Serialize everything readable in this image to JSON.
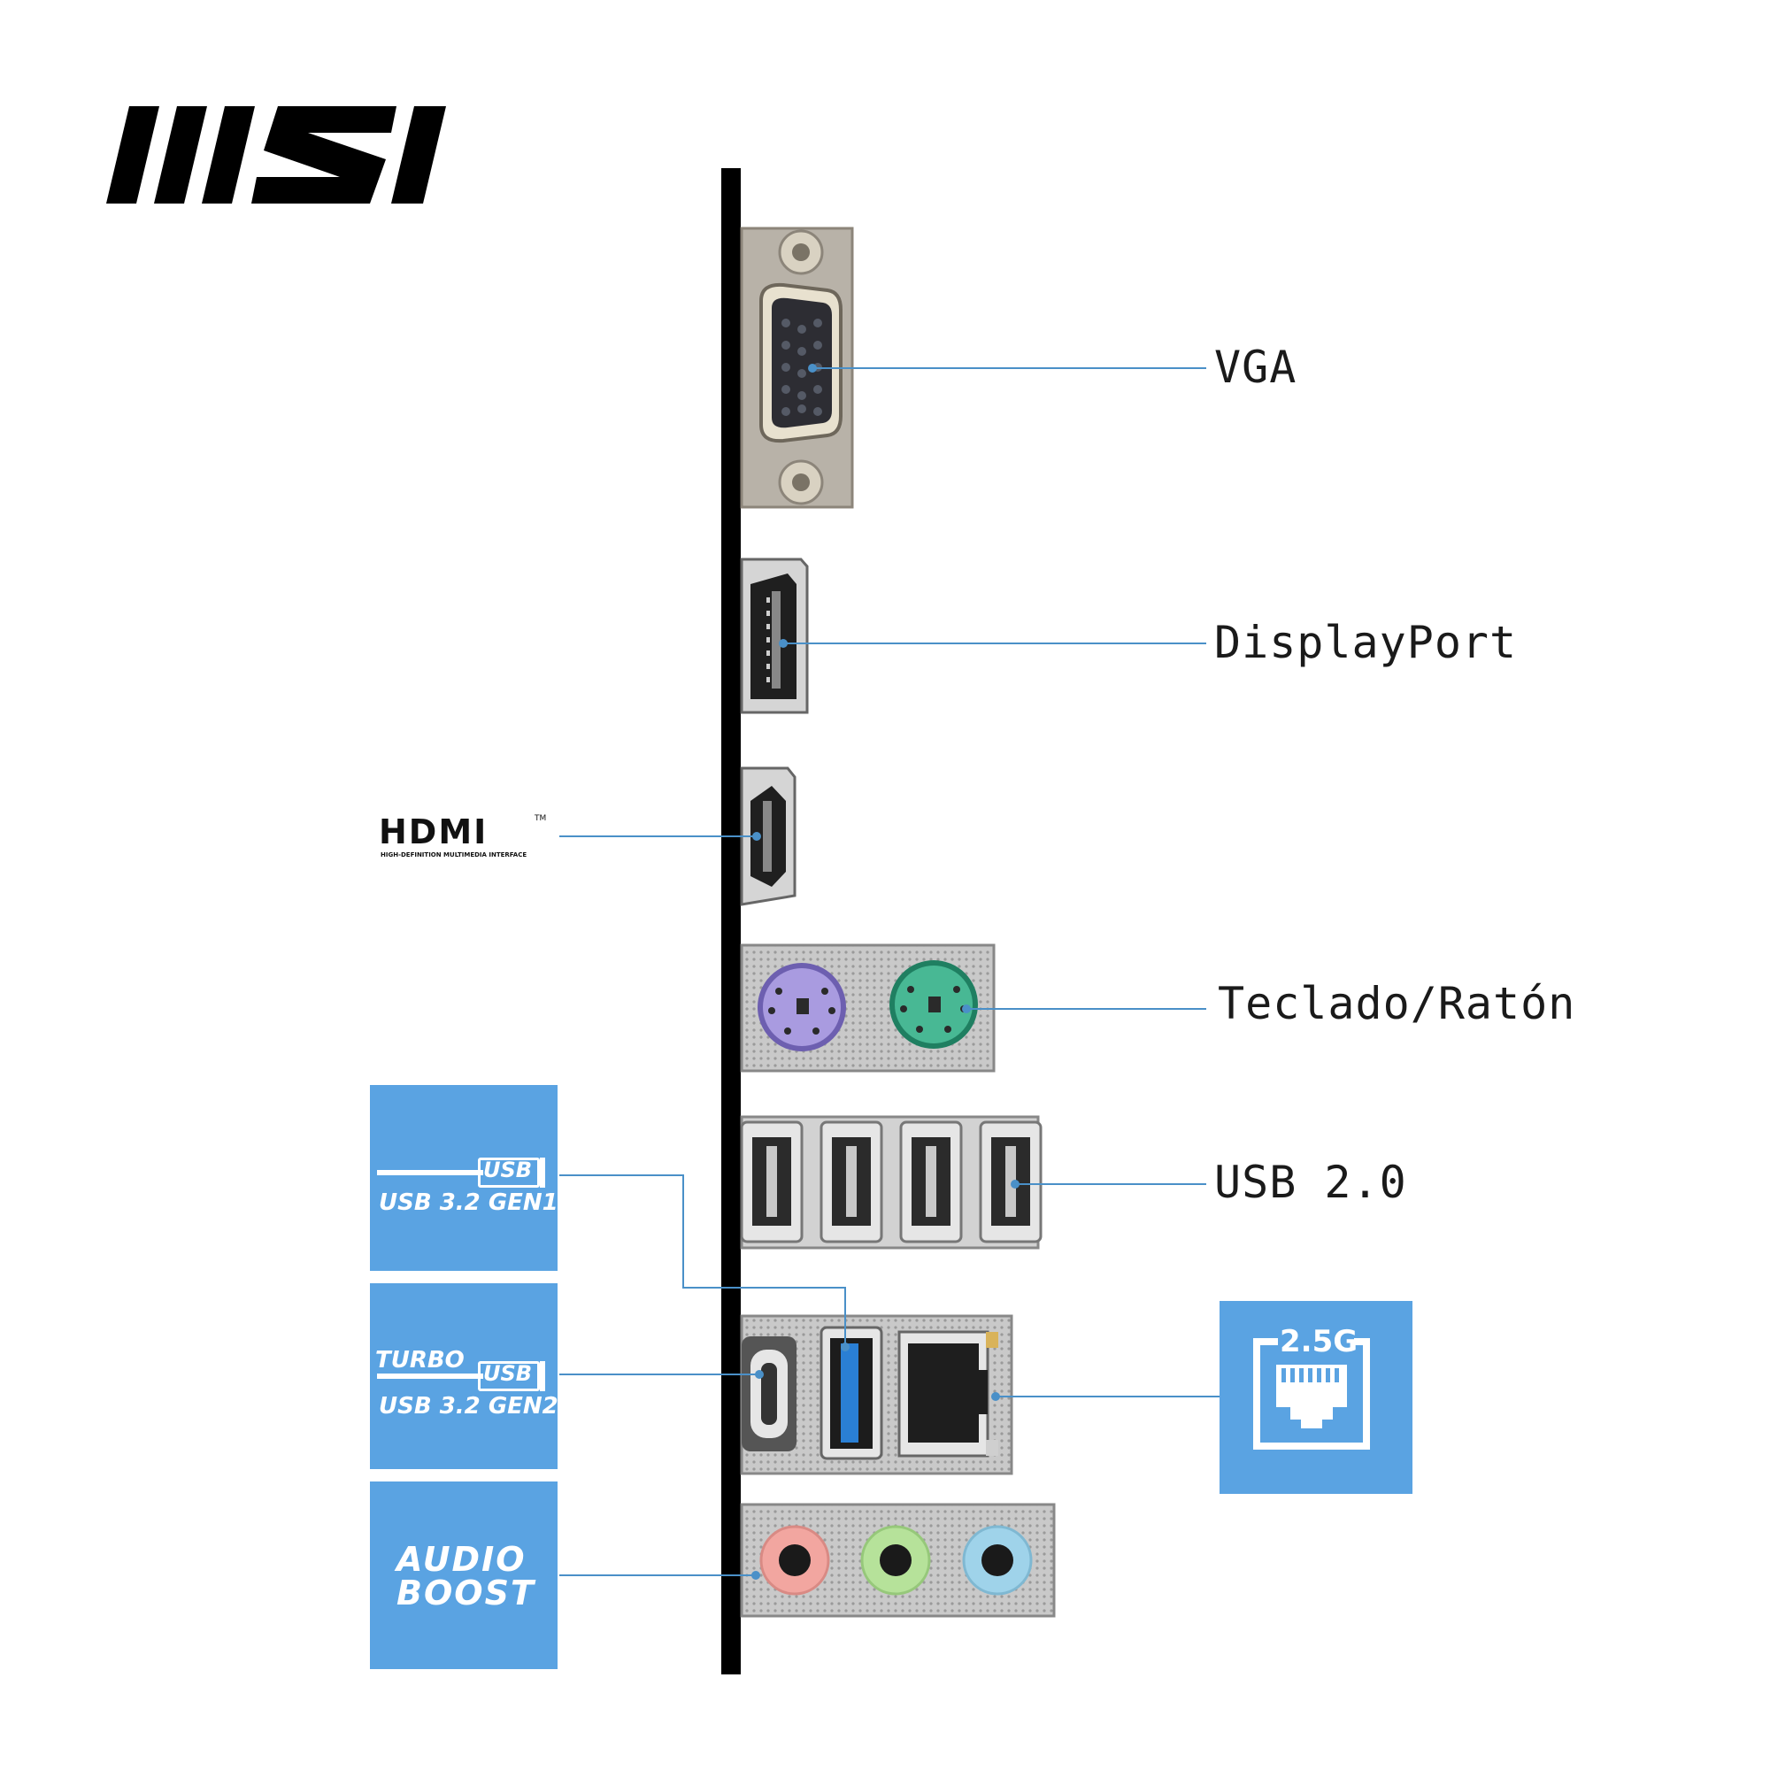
{
  "brand": {
    "logo_text": "MSI",
    "accent": "#5aa3e2",
    "line_color": "#4a90c8"
  },
  "labels": {
    "vga": "VGA",
    "displayport": "DisplayPort",
    "ps2": "Teclado/Ratón",
    "usb20": "USB 2.0"
  },
  "hdmi_logo": {
    "wordmark": "HDMI",
    "tm": "TM",
    "tagline": "HIGH-DEFINITION MULTIMEDIA INTERFACE"
  },
  "badges": {
    "usb_gen1": {
      "line1": "USB",
      "line2": "USB 3.2 GEN1"
    },
    "usb_gen2": {
      "top": "TURBO",
      "line1": "USB",
      "line2": "USB 3.2 GEN2"
    },
    "audio": {
      "line1": "AUDIO",
      "line2": "BOOST"
    },
    "lan": {
      "speed": "2.5G",
      "icon": "ethernet-port-icon"
    }
  },
  "ports": [
    {
      "name": "vga-port-icon",
      "color": "#b8b2a8"
    },
    {
      "name": "displayport-port-icon",
      "color": "#d0d0d0"
    },
    {
      "name": "hdmi-port-icon",
      "color": "#d0d0d0"
    },
    {
      "name": "ps2-keyboard-port-icon",
      "color": "#9d8fd6"
    },
    {
      "name": "ps2-mouse-port-icon",
      "color": "#3fae8a"
    },
    {
      "name": "usb-c-port-icon",
      "color": "#444444"
    },
    {
      "name": "usb-a-blue-port-icon",
      "color": "#2a7fd4"
    },
    {
      "name": "audio-jack-pink-icon",
      "color": "#f2a6a0"
    },
    {
      "name": "audio-jack-green-icon",
      "color": "#b6e29a"
    },
    {
      "name": "audio-jack-blue-icon",
      "color": "#9fd3ea"
    }
  ]
}
